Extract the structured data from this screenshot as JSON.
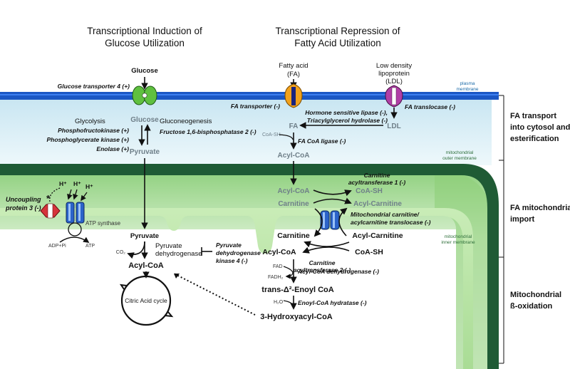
{
  "headings": {
    "induction_line1": "Transcriptional Induction of",
    "induction_line2": "Glucose Utilization",
    "repression_line1": "Transcriptional Repression of",
    "repression_line2": "Fatty Acid Utilization"
  },
  "membranes": {
    "plasma_line1": "plasma",
    "plasma_line2": "membrane",
    "outer_line1": "mitochondrial",
    "outer_line2": "outer membrane",
    "inner_line1": "mitochondrial",
    "inner_line2": "inner membrane"
  },
  "side_labels": {
    "transport_line1": "FA transport",
    "transport_line2": "into cytosol and",
    "transport_line3": "esterification",
    "import_line1": "FA mitochondrial",
    "import_line2": "import",
    "beta_line1": "Mitochondrial",
    "beta_line2": "ß-oxidation"
  },
  "glucose_path": {
    "glucose_ext": "Glucose",
    "transporter": "Glucose transporter 4 (+)",
    "glycolysis": "Glycolysis",
    "pfk": "Phosphofructokinase (+)",
    "pgk": "Phosphoglycerate kinase (+)",
    "enolase": "Enolase (+)",
    "glucose_cyt": "Glucose",
    "pyruvate_cyt": "Pyruvate",
    "gluconeogenesis": "Gluconeogenesis",
    "fbpase": "Fructose 1,6-bisphosphatase 2 (-)",
    "pyruvate_mito": "Pyruvate",
    "co2": "CO₂",
    "pdh_line1": "Pyruvate",
    "pdh_line2": "dehydrogenase",
    "pdk_line1": "Pyruvate",
    "pdk_line2": "dehydrogenase",
    "pdk_line3": "kinase 4 (-)",
    "acylcoa": "Acyl-CoA",
    "tca": "Citric Acid cycle"
  },
  "uncoupling": {
    "ucp_line1": "Uncoupling",
    "ucp_line2": "protein 3 (-)",
    "hplus": "H⁺",
    "atp_synthase": "ATP synthase",
    "adp": "ADP+Pi",
    "atp": "ATP"
  },
  "fa_path": {
    "fa_line1": "Fatty acid",
    "fa_line2": "(FA)",
    "ldl_line1": "Low density",
    "ldl_line2": "lipoprotein",
    "ldl_line3": "(LDL)",
    "fa_transporter": "FA transporter (-)",
    "fa_translocase": "FA translocase (-)",
    "hsl": "Hormone sensitive lipase (-),",
    "tgh": "Triacylglycerol hydrolase (-)",
    "fa": "FA",
    "ldl": "LDL",
    "coash": "CoA-SH",
    "fa_coa_ligase": "FA CoA ligase (-)",
    "acylcoa": "Acyl-CoA",
    "cpt1_line1": "Carnitine",
    "cpt1_line2": "acyltransferase 1 (-)",
    "acylcoa2": "Acyl-CoA",
    "coash2": "CoA-SH",
    "carnitine": "Carnitine",
    "acylcarnitine": "Acyl-Carnitine",
    "cact_line1": "Mitochondrial carnitine/",
    "cact_line2": "acylcarnitine translocase (-)",
    "carnitine_in": "Carnitine",
    "acylcarnitine_in": "Acyl-Carnitine",
    "acylcoa_in": "Acyl-CoA",
    "coash_in": "CoA-SH",
    "cpt2_line1": "Carnitine",
    "cpt2_line2": "acyltransferase 2 (-)",
    "fad": "FAD",
    "fadh2": "FADH₂",
    "acad": "Acyl-CoA dehydrogenase (-)",
    "enoyl": "trans-Δ²-Enoyl CoA",
    "h2o": "H₂O",
    "hydratase": "Enoyl-CoA hydratase (-)",
    "hydroxyacyl": "3-Hydroxyacyl-CoA"
  }
}
